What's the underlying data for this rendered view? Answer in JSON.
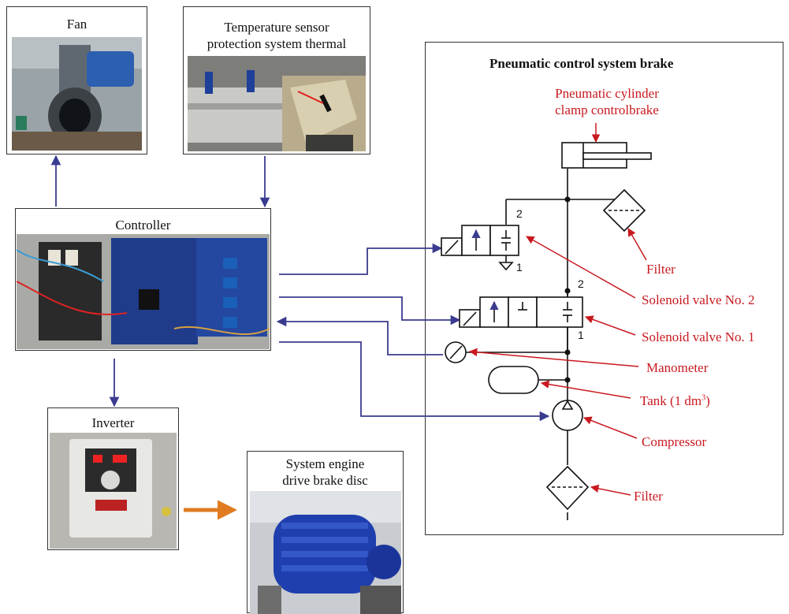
{
  "boxes": {
    "fan": {
      "title": "Fan"
    },
    "temp": {
      "title_line1": "Temperature sensor",
      "title_line2": "protection system thermal"
    },
    "controller": {
      "title": "Controller"
    },
    "inverter": {
      "title": "Inverter"
    },
    "engine": {
      "title_line1": "System engine",
      "title_line2": "drive brake disc"
    }
  },
  "panel": {
    "title": "Pneumatic control system brake",
    "cylinder_label_line1": "Pneumatic cylinder",
    "cylinder_label_line2": "clamp controlbrake"
  },
  "ports": {
    "valve2_top": "2",
    "valve2_bottom": "1",
    "valve1_top": "2",
    "valve1_bottom": "1"
  },
  "labels": {
    "filter_top": "Filter",
    "solenoid2": "Solenoid valve No. 2",
    "solenoid1": "Solenoid valve No. 1",
    "manometer": "Manometer",
    "tank_prefix": "Tank (1 dm",
    "tank_sup": "3",
    "tank_suffix": ")",
    "compressor": "Compressor",
    "filter_bottom": "Filter"
  },
  "colors": {
    "flow_arrow": "#3b3b8f",
    "label_red": "#c8191f",
    "power_arrow": "#e07b22"
  }
}
